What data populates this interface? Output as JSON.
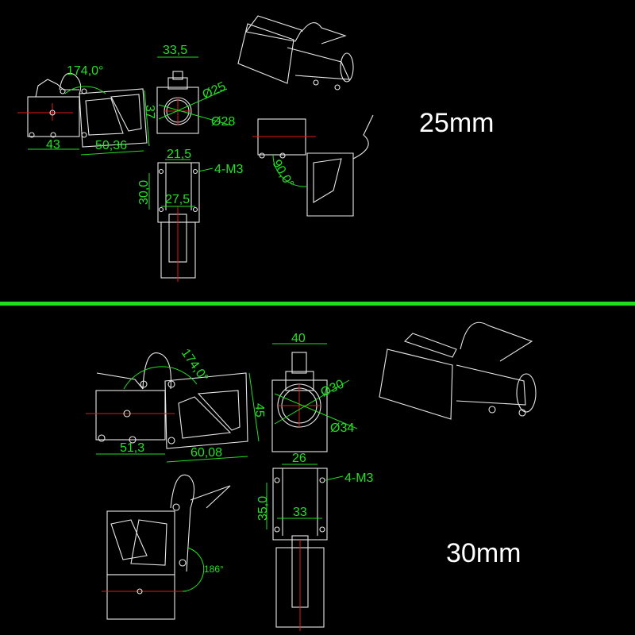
{
  "colors": {
    "background": "#000000",
    "divider": "#1fdc1f",
    "dimension": "#22e022",
    "outline": "#e8e8e8",
    "centerline": "#e21a1a",
    "label": "#ffffff"
  },
  "variants": [
    {
      "size_label": "25mm",
      "side_view": {
        "fold_angle": "174,0°",
        "length_left": "43",
        "length_right": "50,36",
        "height": "37"
      },
      "front_view": {
        "width": "33,5",
        "inner_diameter": "Ø25",
        "outer_diameter": "Ø28"
      },
      "bottom_view": {
        "top_spacing": "21,5",
        "hole_spacing_vertical": "30,0",
        "bottom_spacing": "27,5",
        "screws": "4-M3"
      },
      "folded_view": {
        "angle": "90,0°"
      }
    },
    {
      "size_label": "30mm",
      "side_view": {
        "fold_angle": "174,0°",
        "length_left": "51,3",
        "length_right": "60,08",
        "height": "45"
      },
      "front_view": {
        "width": "40",
        "inner_diameter": "Ø30",
        "outer_diameter": "Ø34"
      },
      "bottom_view": {
        "top_spacing": "26",
        "hole_spacing_vertical": "35,0",
        "bottom_spacing": "33",
        "screws": "4-M3"
      },
      "folded_view": {
        "angle": "186°"
      }
    }
  ]
}
